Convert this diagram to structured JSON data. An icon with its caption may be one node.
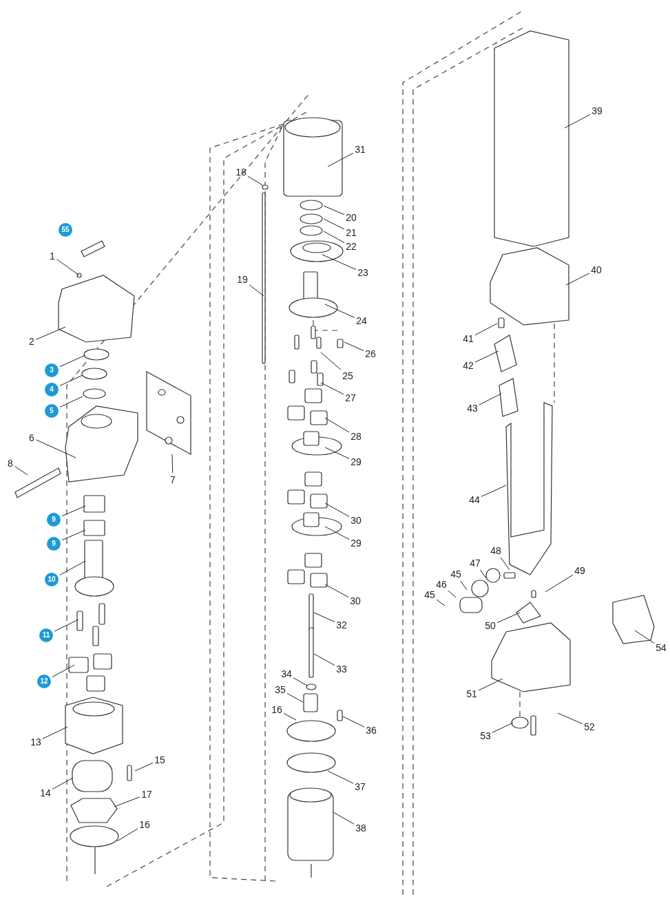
{
  "diagram": {
    "nodes": [
      {
        "text": [
          "1"
        ]
      },
      {
        "text": [
          "2"
        ]
      },
      {
        "text": [
          "3"
        ]
      },
      {
        "text": [
          "4"
        ]
      },
      {
        "text": [
          "5"
        ]
      },
      {
        "text": [
          "6"
        ]
      },
      {
        "text": [
          "8"
        ]
      },
      {
        "text": [
          "7"
        ]
      },
      {
        "text": [
          "9"
        ]
      },
      {
        "text": [
          "9"
        ]
      },
      {
        "text": [
          "10"
        ]
      },
      {
        "text": [
          "11"
        ]
      },
      {
        "text": [
          "12"
        ]
      },
      {
        "text": [
          "13"
        ]
      },
      {
        "text": [
          "15"
        ]
      },
      {
        "text": [
          "14"
        ]
      },
      {
        "text": [
          "17"
        ]
      },
      {
        "text": [
          "16"
        ]
      },
      {
        "text": [
          "31"
        ]
      },
      {
        "text": [
          "18"
        ]
      },
      {
        "text": [
          "20"
        ]
      },
      {
        "text": [
          "21"
        ]
      },
      {
        "text": [
          "22"
        ]
      },
      {
        "text": [
          "23"
        ]
      },
      {
        "text": [
          "19"
        ]
      },
      {
        "text": [
          "24"
        ]
      },
      {
        "text": [
          "26"
        ]
      },
      {
        "text": [
          "25"
        ]
      },
      {
        "text": [
          "27"
        ]
      },
      {
        "text": [
          "28"
        ]
      },
      {
        "text": [
          "29"
        ]
      },
      {
        "text": [
          "30"
        ]
      },
      {
        "text": [
          "29"
        ]
      },
      {
        "text": [
          "30"
        ]
      },
      {
        "text": [
          "32"
        ]
      },
      {
        "text": [
          "33"
        ]
      },
      {
        "text": [
          "34"
        ]
      },
      {
        "text": [
          "35"
        ]
      },
      {
        "text": [
          "16"
        ]
      },
      {
        "text": [
          "36"
        ]
      },
      {
        "text": [
          "37"
        ]
      },
      {
        "text": [
          "38"
        ]
      },
      {
        "text": [
          "39"
        ]
      },
      {
        "text": [
          "40"
        ]
      },
      {
        "text": [
          "41"
        ]
      },
      {
        "text": [
          "42"
        ]
      },
      {
        "text": [
          "43"
        ]
      },
      {
        "text": [
          "44"
        ]
      },
      {
        "text": [
          "48"
        ]
      },
      {
        "text": [
          "47"
        ]
      },
      {
        "text": [
          "45"
        ]
      },
      {
        "text": [
          "46"
        ]
      },
      {
        "text": [
          "49"
        ]
      },
      {
        "text": [
          "45"
        ]
      },
      {
        "text": [
          "50"
        ]
      },
      {
        "text": [
          "54"
        ]
      },
      {
        "text": [
          "51"
        ]
      },
      {
        "text": [
          "52"
        ]
      },
      {
        "text": [
          "53"
        ]
      },
      {
        "text": [
          "55"
        ]
      }
    ],
    "edges": [
      {
        "from": 0,
        "to": null,
        "arrow": "none"
      },
      {
        "from": 1,
        "to": null,
        "arrow": "none"
      },
      {
        "from": 2,
        "to": null,
        "arrow": "none"
      },
      {
        "from": 3,
        "to": null,
        "arrow": "none"
      },
      {
        "from": 4,
        "to": null,
        "arrow": "none"
      },
      {
        "from": 5,
        "to": null,
        "arrow": "none"
      },
      {
        "from": 6,
        "to": null,
        "arrow": "none"
      },
      {
        "from": 7,
        "to": null,
        "arrow": "none"
      },
      {
        "from": 8,
        "to": null,
        "arrow": "none"
      },
      {
        "from": 9,
        "to": null,
        "arrow": "none"
      },
      {
        "from": 10,
        "to": null,
        "arrow": "none"
      },
      {
        "from": 11,
        "to": null,
        "arrow": "none"
      },
      {
        "from": 12,
        "to": null,
        "arrow": "none"
      },
      {
        "from": 13,
        "to": null,
        "arrow": "none"
      },
      {
        "from": 14,
        "to": null,
        "arrow": "none"
      },
      {
        "from": 15,
        "to": null,
        "arrow": "none"
      },
      {
        "from": 16,
        "to": null,
        "arrow": "none"
      },
      {
        "from": 17,
        "to": null,
        "arrow": "none"
      },
      {
        "from": 18,
        "to": null,
        "arrow": "none"
      },
      {
        "from": 19,
        "to": null,
        "arrow": "none"
      },
      {
        "from": 20,
        "to": null,
        "arrow": "none"
      },
      {
        "from": 21,
        "to": null,
        "arrow": "none"
      },
      {
        "from": 22,
        "to": null,
        "arrow": "none"
      },
      {
        "from": 23,
        "to": null,
        "arrow": "none"
      },
      {
        "from": 24,
        "to": null,
        "arrow": "none"
      },
      {
        "from": 25,
        "to": null,
        "arrow": "none"
      },
      {
        "from": 26,
        "to": null,
        "arrow": "none"
      },
      {
        "from": 27,
        "to": null,
        "arrow": "none"
      },
      {
        "from": 28,
        "to": null,
        "arrow": "none"
      },
      {
        "from": 29,
        "to": null,
        "arrow": "none"
      },
      {
        "from": 30,
        "to": null,
        "arrow": "none"
      },
      {
        "from": 31,
        "to": null,
        "arrow": "none"
      },
      {
        "from": 32,
        "to": null,
        "arrow": "none"
      },
      {
        "from": 33,
        "to": null,
        "arrow": "none"
      },
      {
        "from": 34,
        "to": null,
        "arrow": "none"
      },
      {
        "from": 35,
        "to": null,
        "arrow": "none"
      },
      {
        "from": 36,
        "to": null,
        "arrow": "none"
      },
      {
        "from": 37,
        "to": null,
        "arrow": "none"
      },
      {
        "from": 38,
        "to": null,
        "arrow": "none"
      },
      {
        "from": 39,
        "to": null,
        "arrow": "none"
      },
      {
        "from": 40,
        "to": null,
        "arrow": "none"
      },
      {
        "from": 41,
        "to": null,
        "arrow": "none"
      },
      {
        "from": 42,
        "to": null,
        "arrow": "none"
      },
      {
        "from": 43,
        "to": null,
        "arrow": "none"
      },
      {
        "from": 44,
        "to": null,
        "arrow": "none"
      },
      {
        "from": 45,
        "to": null,
        "arrow": "none"
      },
      {
        "from": 46,
        "to": null,
        "arrow": "none"
      },
      {
        "from": 47,
        "to": null,
        "arrow": "none"
      },
      {
        "from": 48,
        "to": null,
        "arrow": "none"
      },
      {
        "from": 49,
        "to": null,
        "arrow": "none"
      },
      {
        "from": 50,
        "to": null,
        "arrow": "none"
      },
      {
        "from": 51,
        "to": null,
        "arrow": "none"
      },
      {
        "from": 52,
        "to": null,
        "arrow": "none"
      },
      {
        "from": 53,
        "to": null,
        "arrow": "none"
      },
      {
        "from": 54,
        "to": null,
        "arrow": "none"
      },
      {
        "from": 55,
        "to": null,
        "arrow": "none"
      },
      {
        "from": 56,
        "to": null,
        "arrow": "none"
      },
      {
        "from": 57,
        "to": null,
        "arrow": "none"
      },
      {
        "from": 58,
        "to": null,
        "arrow": "none"
      }
    ]
  }
}
